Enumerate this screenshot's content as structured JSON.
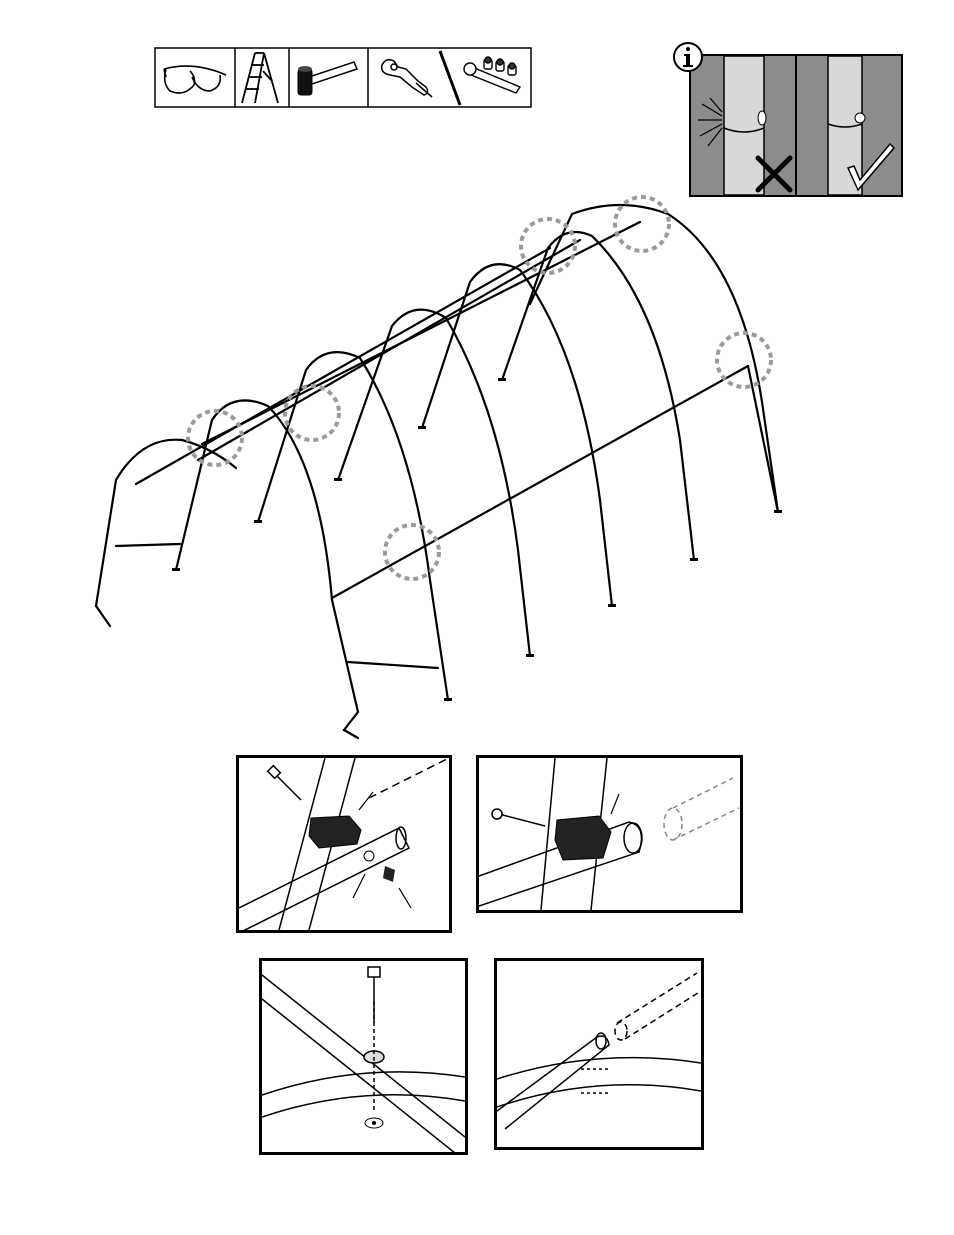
{
  "tools_strip": {
    "icons": [
      "safety-glasses-icon",
      "step-ladder-icon",
      "rubber-mallet-icon",
      "adjustable-wrench-icon",
      "socket-wrench-set-icon"
    ]
  },
  "info_panel": {
    "icon": "info-icon",
    "incorrect_mark": "x-mark-icon",
    "correct_mark": "check-mark-icon",
    "bg_color": "#8c8c8c"
  },
  "highlight_color": "#9a9a9a",
  "detail_panels": [
    "corner-brace-bolt-detail",
    "corner-brace-insert-detail",
    "ridge-bolt-detail",
    "ridge-insert-detail"
  ]
}
